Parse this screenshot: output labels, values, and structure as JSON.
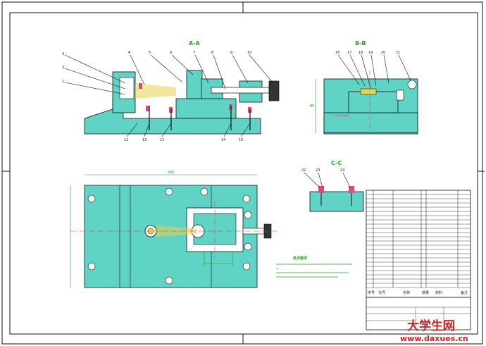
{
  "drawing": {
    "views": {
      "aa": {
        "title": "A-A"
      },
      "bb": {
        "title": "B-B"
      },
      "cc": {
        "title": "C-C"
      }
    },
    "balloons_aa": [
      "3",
      "2",
      "1",
      "4",
      "5",
      "6",
      "7",
      "8",
      "9",
      "10",
      "12",
      "13",
      "11",
      "14",
      "15"
    ],
    "balloons_bb": [
      "16",
      "17",
      "18",
      "19",
      "20",
      "21"
    ],
    "balloons_cc": [
      "22",
      "23",
      "24"
    ],
    "dims": {
      "plan_width": "300",
      "bb_height": "95"
    },
    "notes_title": "技术要求"
  },
  "title_block": {
    "col_headers": [
      "序号",
      "代号",
      "名称",
      "数量",
      "材料",
      "备注"
    ]
  },
  "watermark": {
    "cn": "大学生网",
    "url": "www.daxues.cn"
  },
  "colors": {
    "part": "#5fd3c4",
    "line": "#111111",
    "dim": "#1fa31f",
    "hidden": "#e8457d",
    "center": "#d03a3a",
    "yellow": "#e8d24a",
    "watermark": "#d42020"
  }
}
